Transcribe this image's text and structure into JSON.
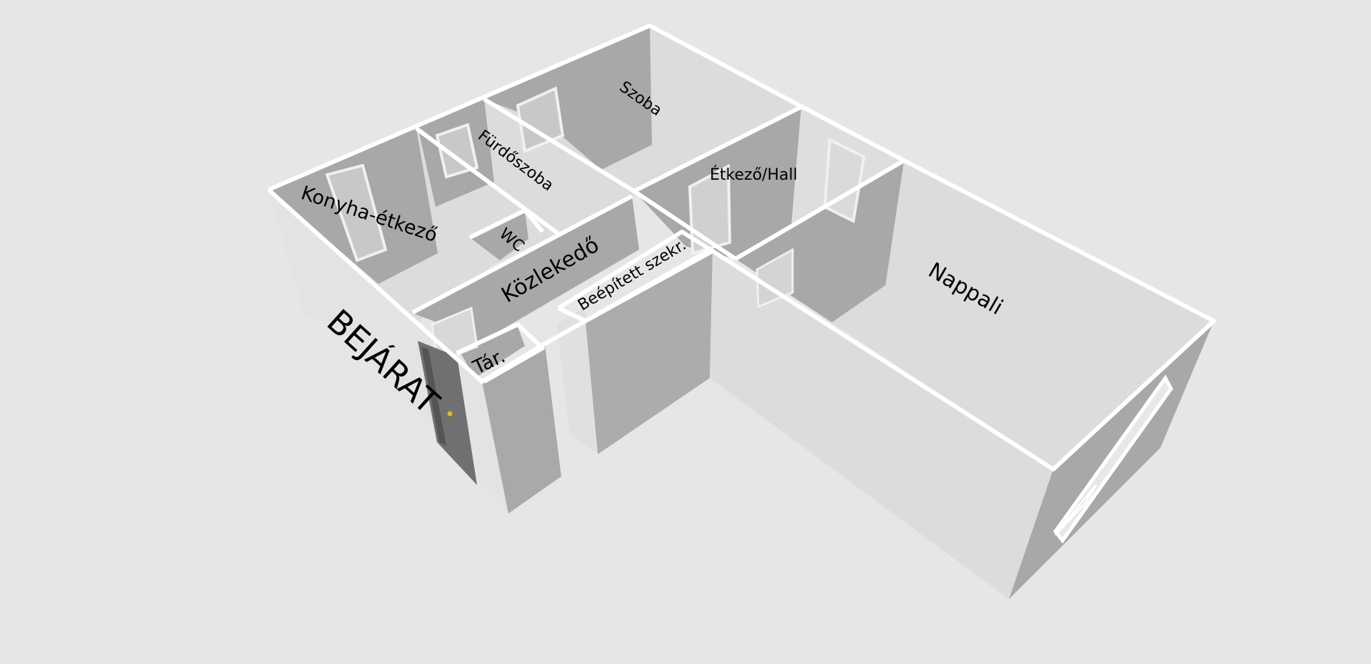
{
  "floorplan": {
    "rooms": {
      "szoba": "Szoba",
      "furdoszoba": "Fürdőszoba",
      "konyha": "Konyha-étkező",
      "wc": "WC",
      "etkezo_hall": "Étkező/Hall",
      "kozlekedo": "Közlekedő",
      "beepitett": "Beépített szekr.",
      "tar": "Tár.",
      "nappali": "Nappali",
      "bejarat": "BEJÁRAT"
    }
  }
}
